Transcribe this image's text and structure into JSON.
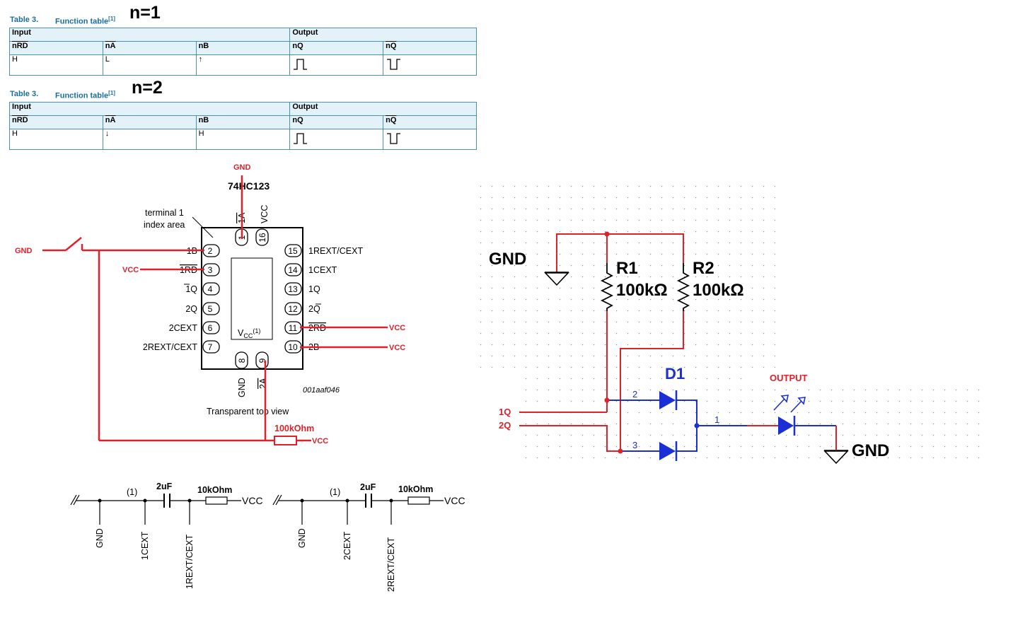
{
  "tables": [
    {
      "caption": "Table 3.",
      "title": "Function table",
      "footnote": "[1]",
      "n_label": "n=1",
      "group_input": "Input",
      "group_output": "Output",
      "columns": [
        "nRD",
        "nA",
        "nB",
        "nQ",
        "nQ"
      ],
      "row": [
        "H",
        "L",
        "↑",
        "pulse-high",
        "pulse-low"
      ]
    },
    {
      "caption": "Table 3.",
      "title": "Function table",
      "footnote": "[1]",
      "n_label": "n=2",
      "group_input": "Input",
      "group_output": "Output",
      "columns": [
        "nRD",
        "nA",
        "nB",
        "nQ",
        "nQ"
      ],
      "row": [
        "H",
        "↓",
        "H",
        "pulse-high",
        "pulse-low"
      ]
    }
  ],
  "chip": {
    "name": "74HC123",
    "index_label_1": "terminal 1",
    "index_label_2": "index area",
    "center_label": "VCC(1)",
    "view_label": "Transparent top view",
    "code": "001aaf046",
    "top_pins": [
      {
        "num": "1",
        "name": "1A"
      },
      {
        "num": "16",
        "name": "VCC"
      }
    ],
    "bottom_pins": [
      {
        "num": "8",
        "name": "GND"
      },
      {
        "num": "9",
        "name": "2A"
      }
    ],
    "left_pins": [
      {
        "num": "2",
        "name": "1B"
      },
      {
        "num": "3",
        "name": "1RD"
      },
      {
        "num": "4",
        "name": "1Q"
      },
      {
        "num": "5",
        "name": "2Q"
      },
      {
        "num": "6",
        "name": "2CEXT"
      },
      {
        "num": "7",
        "name": "2REXT/CEXT"
      }
    ],
    "right_pins": [
      {
        "num": "15",
        "name": "1REXT/CEXT"
      },
      {
        "num": "14",
        "name": "1CEXT"
      },
      {
        "num": "13",
        "name": "1Q"
      },
      {
        "num": "12",
        "name": "2Q"
      },
      {
        "num": "11",
        "name": "2RD"
      },
      {
        "num": "10",
        "name": "2B"
      }
    ]
  },
  "wiring_labels": {
    "gnd_top": "GND",
    "gnd_switch": "GND",
    "vcc_pin3": "VCC",
    "vcc_pin11": "VCC",
    "vcc_pin10": "VCC",
    "res_label": "100kOhm",
    "vcc_res": "VCC"
  },
  "timing_networks": [
    {
      "note": "(1)",
      "cap": "2uF",
      "res": "10kOhm",
      "vcc": "VCC",
      "gnd": "GND",
      "cext": "1CEXT",
      "rext": "1REXT/CEXT"
    },
    {
      "note": "(1)",
      "cap": "2uF",
      "res": "10kOhm",
      "vcc": "VCC",
      "gnd": "GND",
      "cext": "2CEXT",
      "rext": "2REXT/CEXT"
    }
  ],
  "schematic": {
    "gnd_left": "GND",
    "r1_name": "R1",
    "r1_value": "100kΩ",
    "r2_name": "R2",
    "r2_value": "100kΩ",
    "d1": "D1",
    "node2": "2",
    "node3": "3",
    "node1": "1",
    "input1": "1Q",
    "input2": "2Q",
    "output": "OUTPUT",
    "gnd_right": "GND"
  },
  "colors": {
    "wire_red": "#e0202a",
    "wire_blue": "#1a2fd6",
    "table_border": "#4a90b0",
    "caption_blue": "#1a6f9a"
  }
}
